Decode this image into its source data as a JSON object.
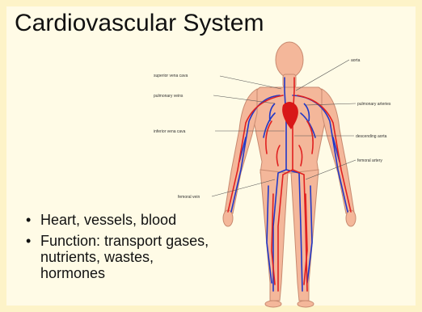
{
  "title": "Cardiovascular System",
  "bullets": [
    "Heart, vessels, blood",
    "Function: transport gases, nutrients, wastes, hormones"
  ],
  "diagram": {
    "labels": {
      "superior_vena_cava": "superior vena cava",
      "pulmonary_veins": "pulmonary veins",
      "inferior_vena_cava": "inferior vena cava",
      "femoral_vein": "femoral vein",
      "aorta": "aorta",
      "pulmonary_arteries": "pulmonary arteries",
      "descending_aorta": "descending aorta",
      "femoral_artery": "femoral artery"
    },
    "colors": {
      "skin": "#f4b79a",
      "skin_outline": "#c88a70",
      "artery": "#e02020",
      "vein": "#2038c8",
      "heart": "#d81818",
      "background": "#fdf3c8"
    }
  }
}
